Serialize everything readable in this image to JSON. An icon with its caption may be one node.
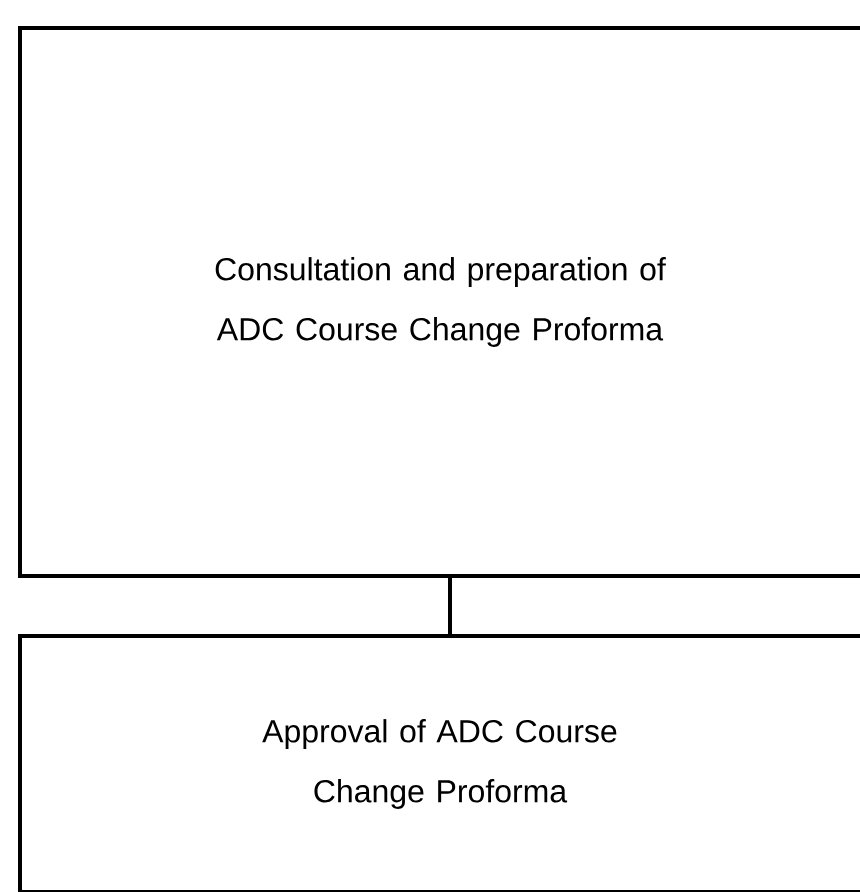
{
  "diagram": {
    "nodes": [
      {
        "text": [
          "Consultation and preparation of ADC Course Change Proforma"
        ]
      },
      {
        "text": [
          "Approval of ADC Course Change Proforma"
        ]
      }
    ],
    "edges": [
      {
        "from": 0,
        "to": 1,
        "arrow": "none"
      }
    ]
  }
}
